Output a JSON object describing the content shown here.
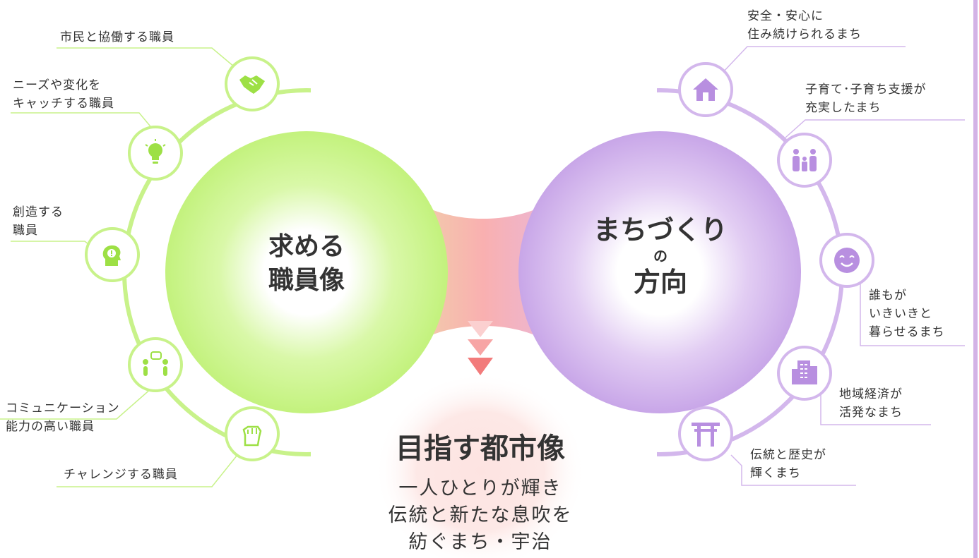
{
  "left": {
    "title_line1": "求める",
    "title_line2": "職員像",
    "items": [
      {
        "label_lines": [
          "市民と協働する職員"
        ],
        "icon": "handshake-icon"
      },
      {
        "label_lines": [
          "ニーズや変化を",
          "キャッチする職員"
        ],
        "icon": "lightbulb-icon"
      },
      {
        "label_lines": [
          "創造する",
          "職員"
        ],
        "icon": "idea-head-icon"
      },
      {
        "label_lines": [
          "コミュニケーション",
          "能力の高い職員"
        ],
        "icon": "conversation-icon"
      },
      {
        "label_lines": [
          "チャレンジする職員"
        ],
        "icon": "fist-icon"
      }
    ]
  },
  "right": {
    "title_line1": "まちづくり",
    "title_line2": "の",
    "title_line3": "方向",
    "items": [
      {
        "label_lines": [
          "安全・安心に",
          "住み続けられるまち"
        ],
        "icon": "house-icon"
      },
      {
        "label_lines": [
          "子育て･子育ち支援が",
          "充実したまち"
        ],
        "icon": "family-icon"
      },
      {
        "label_lines": [
          "誰もが",
          "いきいきと",
          "暮らせるまち"
        ],
        "icon": "smile-icon"
      },
      {
        "label_lines": [
          "地域経済が",
          "活発なまち"
        ],
        "icon": "building-icon"
      },
      {
        "label_lines": [
          "伝統と歴史が",
          "輝くまち"
        ],
        "icon": "torii-icon"
      }
    ]
  },
  "bottom": {
    "title": "目指す都市像",
    "lines": [
      "一人ひとりが輝き",
      "伝統と新たな息吹を",
      "紡ぐまち・宇治"
    ]
  },
  "colors": {
    "green": "#c8f28a",
    "green_dark": "#9de045",
    "purple": "#d3b7ec",
    "purple_dark": "#b88fe0",
    "pink": "#f7a3a3"
  }
}
